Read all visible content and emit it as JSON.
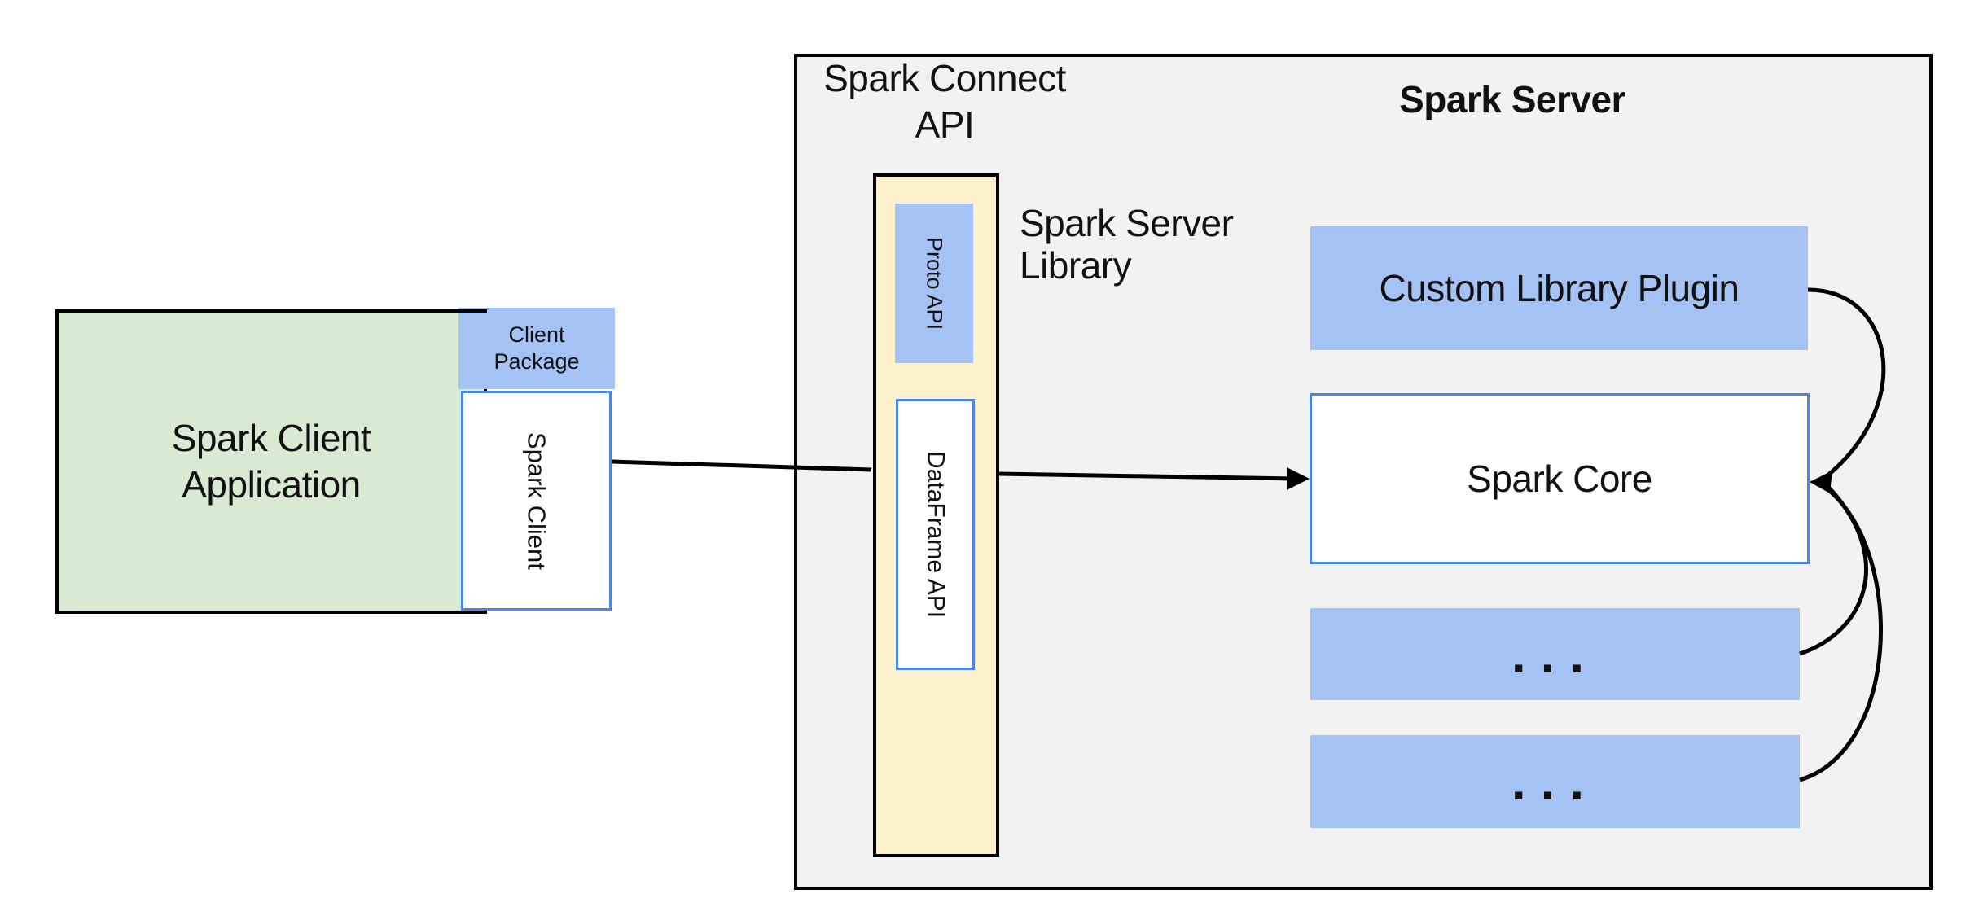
{
  "diagram": {
    "client_app": {
      "line1": "Spark Client",
      "line2": "Application"
    },
    "client_package": {
      "line1": "Client",
      "line2": "Package"
    },
    "spark_client_vertical": "Spark Client",
    "connect_api_title": {
      "line1": "Spark Connect",
      "line2": "API"
    },
    "spark_server_title": "Spark Server",
    "proto_api": "Proto API",
    "dataframe_api": "DataFrame API",
    "server_library": {
      "line1": "Spark Server",
      "line2": "Library"
    },
    "custom_plugin": "Custom Library Plugin",
    "spark_core": "Spark Core",
    "ellipsis_1": "...",
    "ellipsis_2": "..."
  },
  "colors": {
    "green_fill": "#d9ead3",
    "blue_fill": "#a4c2f4",
    "yellow_fill": "#fdf1cd",
    "gray_fill": "#f2f2f2",
    "blue_border": "#4a86e8",
    "line_black": "#000000"
  }
}
